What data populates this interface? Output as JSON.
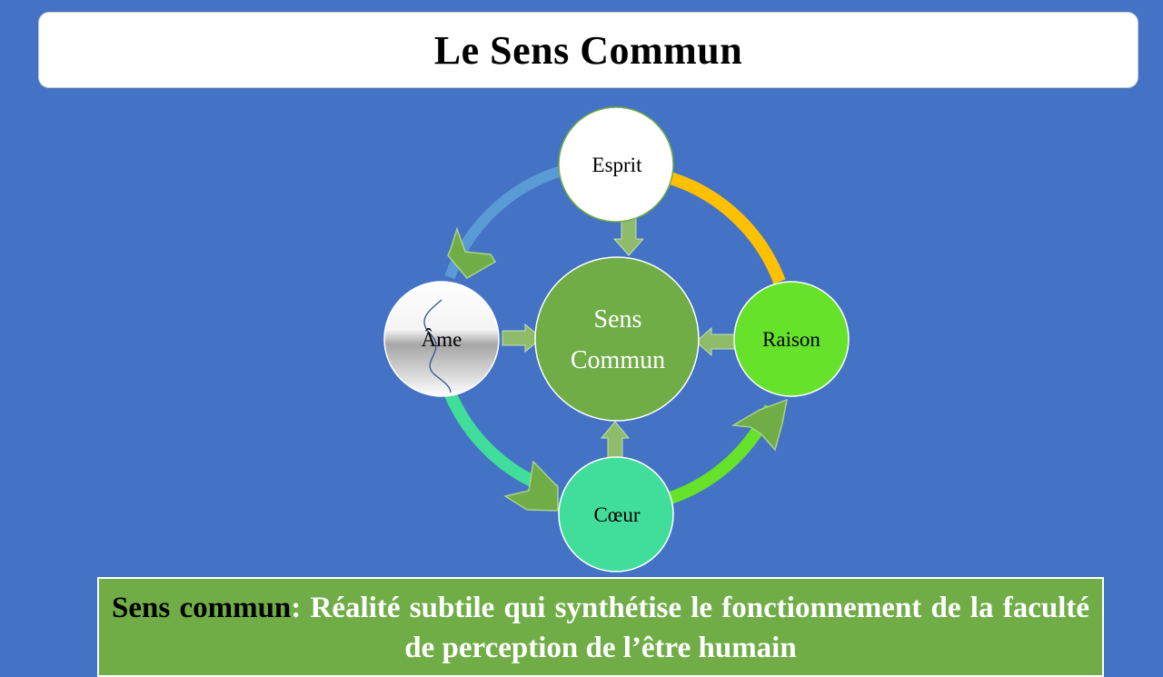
{
  "title": "Le Sens Commun",
  "diagram": {
    "center": {
      "line1": "Sens",
      "line2": "Commun",
      "color": "#70AD47"
    },
    "nodes": {
      "esprit": {
        "label": "Esprit",
        "color": "#FFFFFF"
      },
      "raison": {
        "label": "Raison",
        "color": "#66E22A"
      },
      "coeur": {
        "label": "Cœur",
        "color": "#40DE9A"
      },
      "ame": {
        "label": "Âme"
      }
    },
    "arc_colors": {
      "esprit_to_ame": "#5B9BD5",
      "ame_to_coeur": "#40DE9A",
      "coeur_to_raison": "#66E22A",
      "raison_to_esprit": "#FFC000"
    }
  },
  "definition": {
    "term": "Sens commun",
    "colon": ":",
    "text": "Réalité subtile qui synthétise le fonctionnement de la faculté de perception de l’être humain"
  }
}
